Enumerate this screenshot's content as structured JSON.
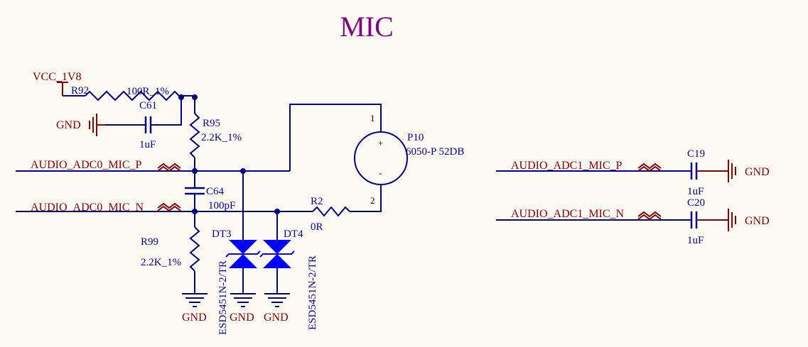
{
  "title": "MIC",
  "left": {
    "power": "VCC_1V8",
    "gnd_left": "GND",
    "r92": {
      "ref": "R92",
      "value": "100R_1%"
    },
    "c61": {
      "ref": "C61",
      "value": "1uF"
    },
    "r95": {
      "ref": "R95",
      "value": "2.2K_1%"
    },
    "c64": {
      "ref": "C64",
      "value": "100pF"
    },
    "r99": {
      "ref": "R99",
      "value": "2.2K_1%"
    },
    "r2": {
      "ref": "R2",
      "value": "0R"
    },
    "dt3": {
      "ref": "DT3",
      "part": "ESD5451N-2/TR"
    },
    "dt4": {
      "ref": "DT4",
      "part": "ESD5451N-2/TR"
    },
    "gnd_r99": "GND",
    "gnd_dt3": "GND",
    "gnd_dt4": "GND",
    "net_p": "AUDIO_ADC0_MIC_P",
    "net_n": "AUDIO_ADC0_MIC_N",
    "p10": {
      "ref": "P10",
      "value": "6050-P 52DB",
      "pin1": "1",
      "pin2": "2",
      "plus": "+",
      "minus": "-"
    }
  },
  "right": {
    "net_p": "AUDIO_ADC1_MIC_P",
    "net_n": "AUDIO_ADC1_MIC_N",
    "c19": {
      "ref": "C19",
      "value": "1uF"
    },
    "c20": {
      "ref": "C20",
      "value": "1uF"
    },
    "gnd_c19": "GND",
    "gnd_c20": "GND"
  }
}
